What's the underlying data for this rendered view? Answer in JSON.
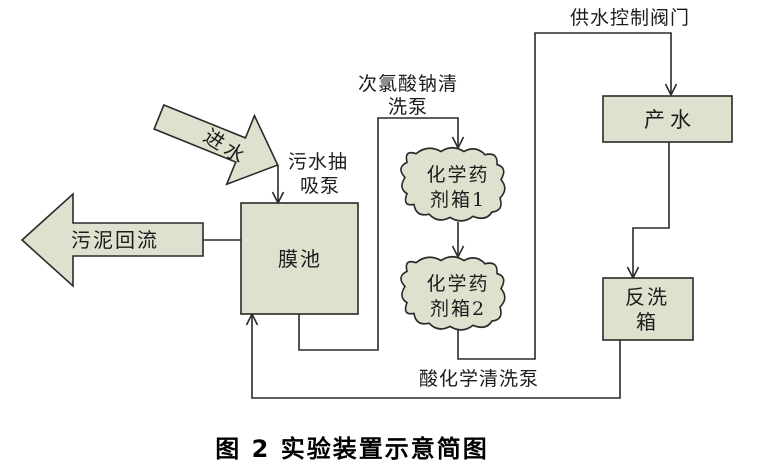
{
  "figure": {
    "caption": "图 2 实验装置示意简图",
    "colors": {
      "canvas_bg": "#ffffff",
      "shape_fill": "#dee1cd",
      "line_color": "#2a2a2a",
      "text_color": "#1c1c1c"
    },
    "nodes": {
      "inflow_arrow": "进水",
      "sludge_return_arrow": "污泥回流",
      "membrane_tank": "膜池",
      "chem_tank1": [
        "化学药",
        "剂箱1"
      ],
      "chem_tank2": [
        "化学药",
        "剂箱2"
      ],
      "product_water": "产水",
      "backwash_tank": [
        "反洗",
        "箱"
      ]
    },
    "line_labels": {
      "supply_valve": "供水控制阀门",
      "naclo_pump": [
        "次氯酸钠清",
        "洗泵"
      ],
      "suction_pump": [
        "污水抽",
        "吸泵"
      ],
      "acid_pump": "酸化学清洗泵"
    }
  }
}
